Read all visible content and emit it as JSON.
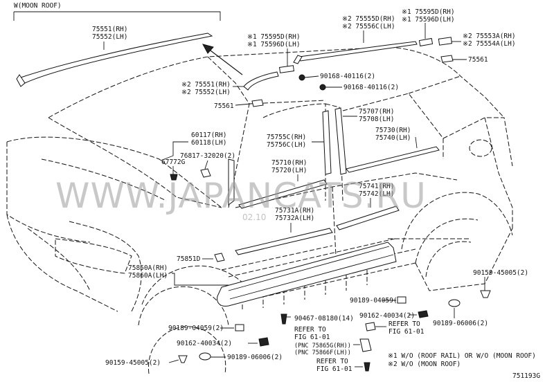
{
  "moon_roof_header": "W(MOON ROOF)",
  "labels": {
    "p75551_rh": "75551(RH)",
    "p75552_lh": "75552(LH)",
    "p75551_rh_n2": "※2 75551(RH)",
    "p75552_lh_n2": "※2 75552(LH)",
    "p75561_a": "75561",
    "p75561_b": "75561",
    "p75555d_rh": "※2 75555D(RH)",
    "p75556c_lh": "※2 75556C(LH)",
    "p75595d_rh_top": "※1 75595D(RH)",
    "p75596d_lh_top": "※1 75596D(LH)",
    "p75595d_rh_mid": "※1 75595D(RH)",
    "p75596d_lh_mid": "※1 75596D(LH)",
    "p75553a_rh": "※2 75553A(RH)",
    "p75554a_lh": "※2 75554A(LH)",
    "p90168_1": "90168-40116(2)",
    "p90168_2": "90168-40116(2)",
    "p60117_rh": "60117(RH)",
    "p60118_lh": "60118(LH)",
    "p76817": "76817-32020(2)",
    "p67772g": "67772G",
    "p75707_rh": "75707(RH)",
    "p75708_lh": "75708(LH)",
    "p75755c_rh": "75755C(RH)",
    "p75756c_lh": "75756C(LH)",
    "p75730_rh": "75730(RH)",
    "p75740_lh": "75740(LH)",
    "p75710_rh": "75710(RH)",
    "p75720_lh": "75720(LH)",
    "p75741_rh": "75741(RH)",
    "p75742_lh": "75742(LH)",
    "p75731a_rh": "75731A(RH)",
    "p75732a_lh": "75732A(LH)",
    "p75851d": "75851D",
    "p75850a_rh": "75850A(RH)",
    "p75860a_lh": "75860A(LH)",
    "p90159_45005_r": "90159-45005(2)",
    "p90189_04059_r": "90189-04059(2)",
    "p90189_06006_r": "90189-06006(2)",
    "p90162_40034_r": "90162-40034(2)",
    "p90467_08180": "90467-08180(14)",
    "p90189_04059_l": "90189-04059(2)",
    "p90162_40034_l": "90162-40034(2)",
    "p90189_06006_l": "90189-06006(2)",
    "p90159_45005_l": "90159-45005(2)",
    "refer1_a": "REFER TO",
    "refer1_b": "FIG 61-01",
    "refer2_a": "REFER TO",
    "refer2_b": "FIG 61-01",
    "refer3_a": "REFER TO",
    "refer3_b": "FIG 61-01",
    "pnc_a": "(PNC 75865G(RH))",
    "pnc_b": "(PNC 75866F(LH))"
  },
  "notes": {
    "note1": "※1 W/O (ROOF RAIL) OR W/O (MOON ROOF)",
    "note2": "※2 W/O (MOON ROOF)"
  },
  "figure_code": "751193G",
  "watermark": "WWW.JAPANCATS.RU",
  "watermark_date": "02.10"
}
